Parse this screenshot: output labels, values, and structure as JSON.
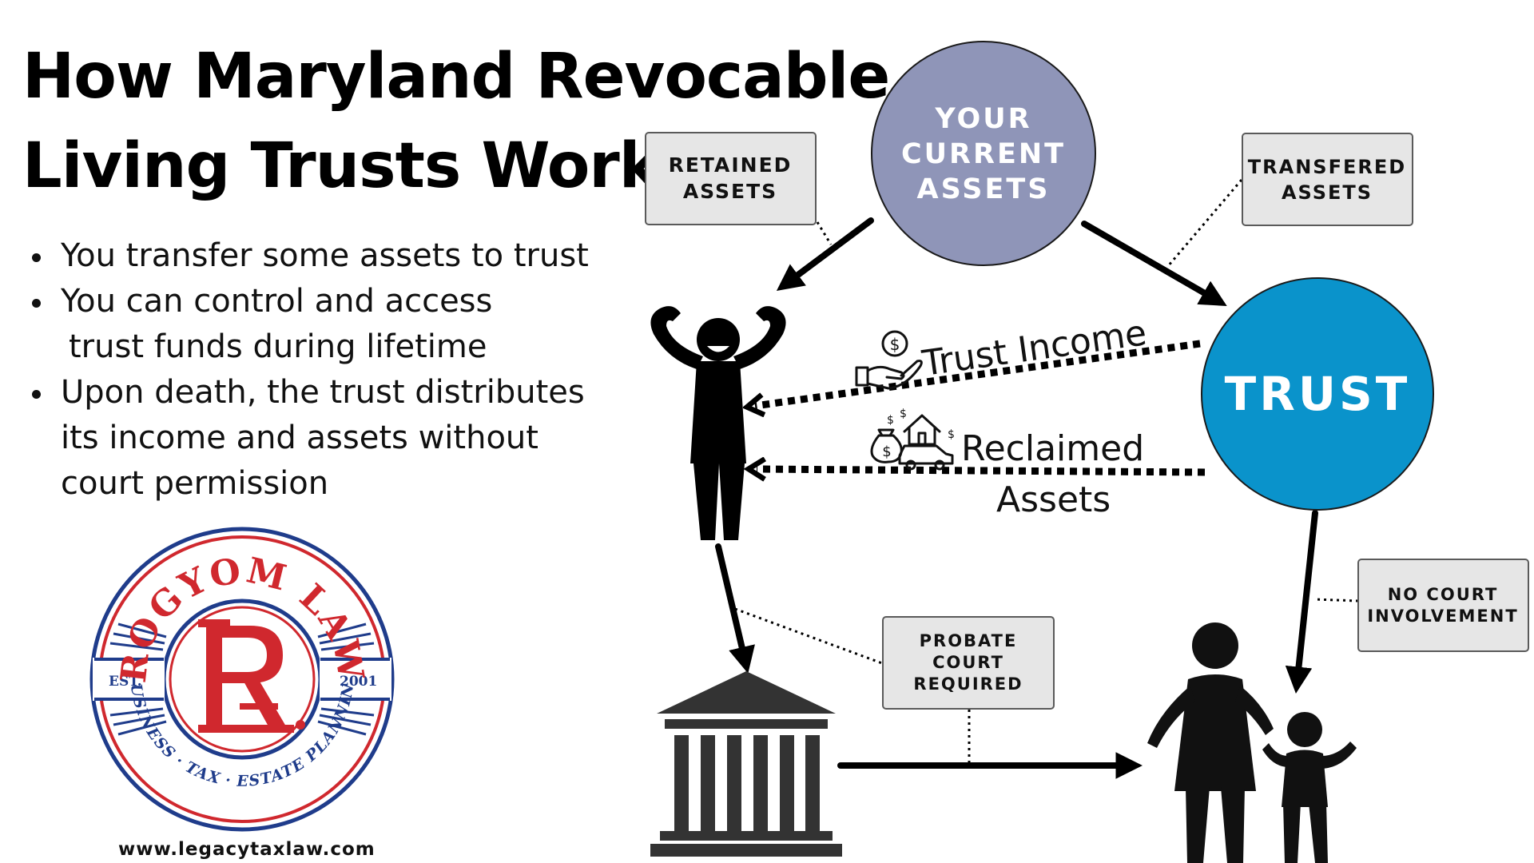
{
  "title": {
    "line1": "How Maryland Revocable",
    "line2": "Living Trusts Work"
  },
  "bullets": [
    {
      "lines": [
        "You transfer some assets to trust"
      ]
    },
    {
      "lines": [
        "You can control and access",
        "trust funds during lifetime"
      ]
    },
    {
      "lines": [
        "Upon death, the trust distributes",
        "its income and assets without",
        "court permission"
      ]
    }
  ],
  "logo": {
    "top_text": "ROGYOM LAW",
    "bottom_text": "BUSINESS · TAX · ESTATE PLANNING",
    "est_label": "EST.",
    "year": "2001",
    "monogram": "RL",
    "colors": {
      "red": "#d0282e",
      "navy": "#1f3c8b"
    }
  },
  "website": "www.legacytaxlaw.com",
  "diagram": {
    "current_assets": [
      "YOUR",
      "CURRENT",
      "ASSETS"
    ],
    "retained_assets": [
      "RETAINED",
      "ASSETS"
    ],
    "transferred_assets": [
      "TRANSFERED",
      "ASSETS"
    ],
    "trust": "TRUST",
    "trust_income": "Trust Income",
    "reclaimed_assets": [
      "Reclaimed",
      "Assets"
    ],
    "probate_court": [
      "PROBATE",
      "COURT",
      "REQUIRED"
    ],
    "no_court": [
      "NO COURT",
      "INVOLVEMENT"
    ],
    "icons": [
      "person-celebrating-icon",
      "courthouse-icon",
      "family-icon",
      "money-hand-icon",
      "money-house-car-icon"
    ],
    "colors": {
      "current_assets": "#8f95b8",
      "trust": "#0a93cb",
      "box_fill": "#e6e6e6",
      "box_border": "#5a5a5a"
    }
  }
}
